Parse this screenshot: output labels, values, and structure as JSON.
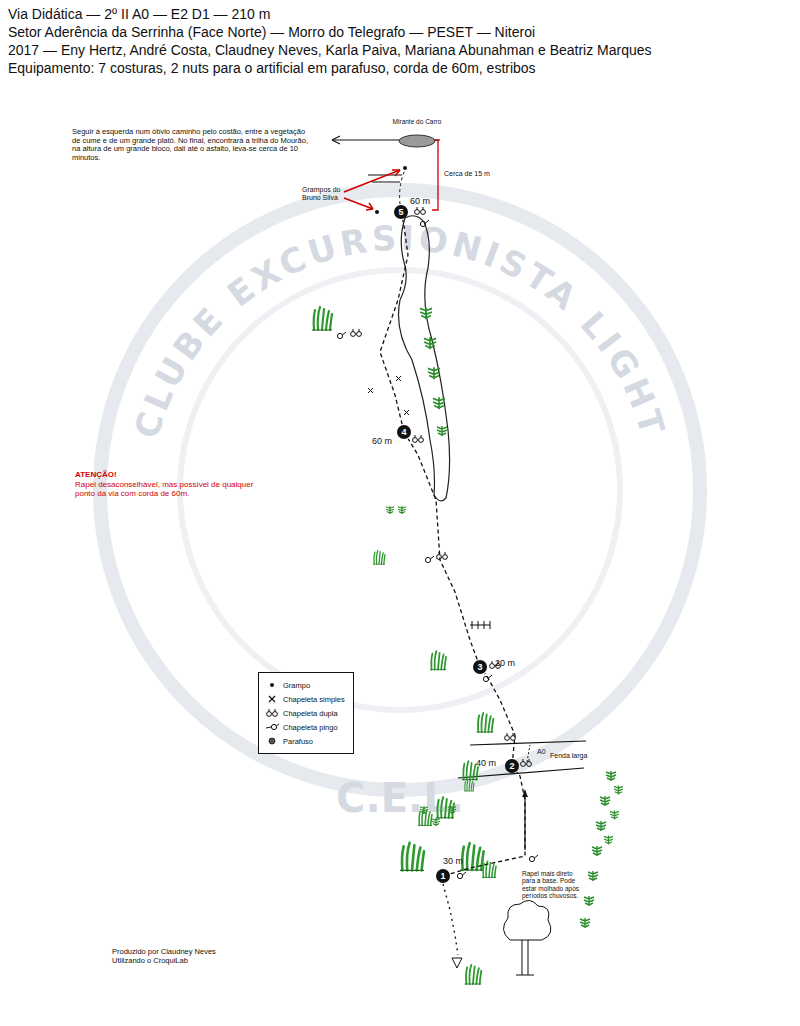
{
  "diagram": {
    "title": "Via Didática — 2º II A0 — E2 D1 — 210 m",
    "nodes": [
      {
        "text": [
          "Mirante do Carro"
        ]
      },
      {
        "text": [
          "5"
        ]
      },
      {
        "text": [
          "4"
        ]
      },
      {
        "text": [
          "3"
        ]
      },
      {
        "text": [
          "2"
        ]
      },
      {
        "text": [
          "1"
        ]
      }
    ],
    "edges": [
      {
        "from": 5,
        "to": 4,
        "arrow": "none"
      },
      {
        "from": 4,
        "to": 3,
        "arrow": "none"
      },
      {
        "from": 3,
        "to": 2,
        "arrow": "none"
      },
      {
        "from": 2,
        "to": 1,
        "arrow": "none"
      }
    ],
    "labels": [
      "Setor Aderência da Serrinha (Face Norte) — Morro do Telegrafo — PESET — Niteroi",
      "2017 — Eny Hertz, André Costa, Claudney Neves, Karla Paiva, Mariana Abunahman e Beatriz Marques",
      "Equipamento: 7 costuras, 2 nuts para o artificial em parafuso, corda de 60m, estribos",
      "Seguir à esquerda num óbvio caminho pelo costão, entre a vegetação de cume e de um grande platô. No final, encontrará a trilha do Mourão, na altura de um grande bloco, dali até o asfalto, leva-se cerca de 10 minutos.",
      "Cerca de 15 m",
      "Grampos do Bruno Silva",
      "60 m",
      "60 m",
      "ATENÇÃO!",
      "Rapel desaconselhável, mas possível de qualquer ponto da via com corda de 60m.",
      "20 m",
      "A0",
      "40 m",
      "Fenda larga",
      "30 m",
      "Rapel mais direto para a base. Pode estar molhado após períodos chuvosos.",
      "Produzido por Claudney Neves Utilizando o CroquiLab",
      "CLUBE EXCURSIONISTA LIGHT",
      "C.E.L."
    ],
    "legend": [
      {
        "text": "Grampo"
      },
      {
        "text": "Chapeleta simples"
      },
      {
        "text": "Chapeleta dupla"
      },
      {
        "text": "Chapeleta pingo"
      },
      {
        "text": "Parafuso"
      }
    ]
  }
}
